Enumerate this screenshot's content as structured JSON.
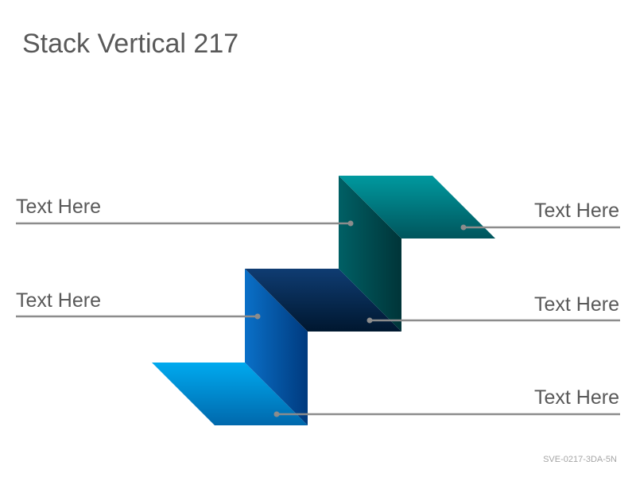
{
  "title": "Stack Vertical 217",
  "labels": {
    "left_top": "Text Here",
    "left_middle": "Text Here",
    "right_top": "Text Here",
    "right_middle": "Text Here",
    "right_bottom": "Text Here"
  },
  "footer_code": "SVE-0217-3DA-5N",
  "colors": {
    "teal_light": "#00969c",
    "teal_dark": "#00535a",
    "teal_side_dark": "#003a3f",
    "navy_light": "#0f3a6e",
    "navy_dark": "#001a3a",
    "blue_side_light": "#0a72c8",
    "blue_side_dark": "#003a80",
    "cyan_light": "#00a7ec",
    "cyan_dark": "#0062a8",
    "connector": "#8c8c8c",
    "text": "#595959"
  }
}
